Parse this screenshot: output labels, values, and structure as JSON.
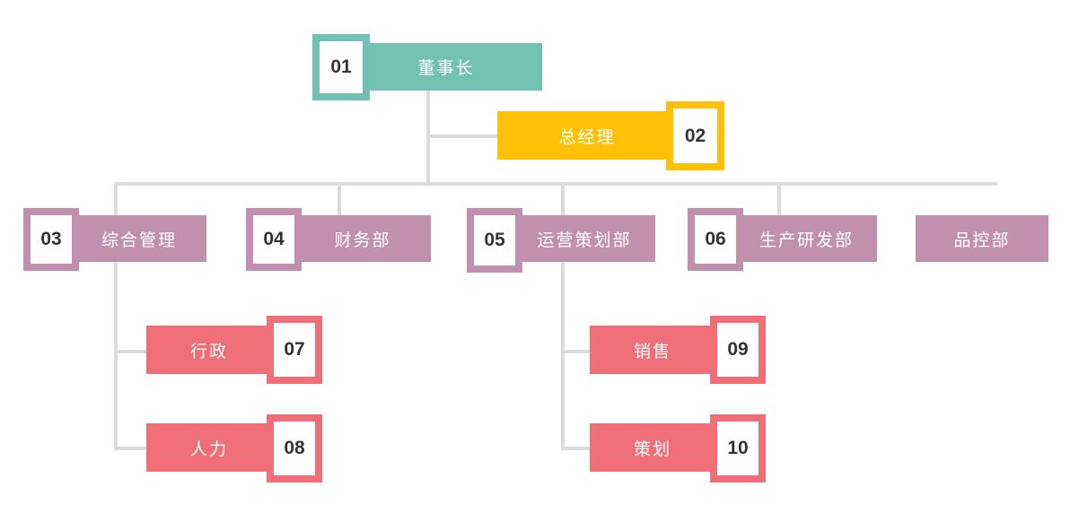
{
  "diagram": {
    "type": "org-chart",
    "colors": {
      "chairman_teal": "#72c1b1",
      "general_manager_yellow": "#ffc107",
      "department_mauve": "#c290af",
      "team_red": "#f06e78",
      "connector_gray": "#dcdcdc",
      "number_text": "#333333",
      "label_text": "#ffffff"
    },
    "nodes": [
      {
        "number": "01",
        "label": "董事长"
      },
      {
        "number": "02",
        "label": "总经理"
      },
      {
        "number": "03",
        "label": "综合管理"
      },
      {
        "number": "04",
        "label": "财务部"
      },
      {
        "number": "05",
        "label": "运营策划部"
      },
      {
        "number": "06",
        "label": "生产研发部"
      },
      {
        "number": "",
        "label": "品控部"
      },
      {
        "number": "07",
        "label": "行政"
      },
      {
        "number": "08",
        "label": "人力"
      },
      {
        "number": "09",
        "label": "销售"
      },
      {
        "number": "10",
        "label": "策划"
      }
    ]
  }
}
